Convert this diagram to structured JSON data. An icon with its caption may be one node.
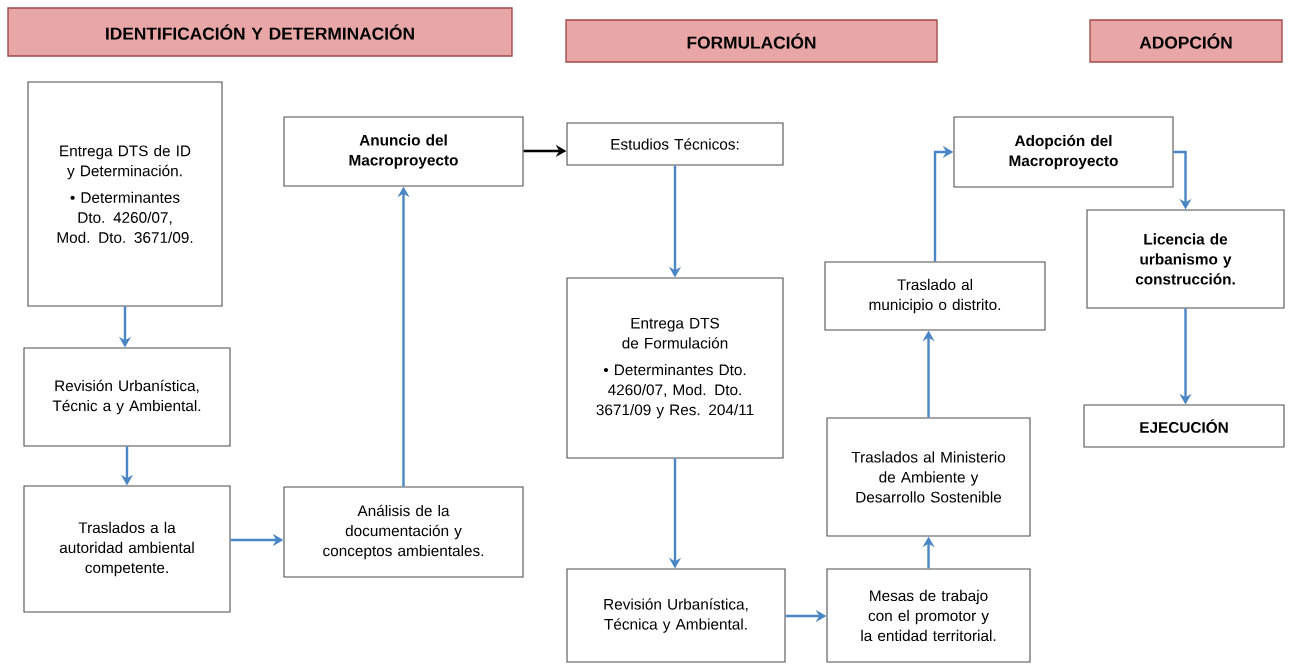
{
  "diagram": {
    "nodes": [
      {
        "text": [
          "IDENTIFICACIÓN Y DETERMINACIÓN"
        ]
      },
      {
        "text": [
          "FORMULACIÓN"
        ]
      },
      {
        "text": [
          "ADOPCIÓN"
        ]
      },
      {
        "text": [
          "Entrega DTS de ID y Determinación.",
          "• Determinantes Dto. 4260/07, Mod. Dto. 3671/09."
        ]
      },
      {
        "text": [
          "Revisión Urbanística, Técnic a y Ambiental."
        ]
      },
      {
        "text": [
          "Traslados a la autoridad ambiental competente."
        ]
      },
      {
        "text": [
          "Anuncio del Macroproyecto"
        ]
      },
      {
        "text": [
          "Análisis de la documentación y conceptos ambientales."
        ]
      },
      {
        "text": [
          "Estudios Técnicos:"
        ]
      },
      {
        "text": [
          "Entrega DTS de Formulación",
          "• Determinantes Dto. 4260/07, Mod. Dto. 3671/09 y Res. 204/11"
        ]
      },
      {
        "text": [
          "Revisión Urbanística, Técnica y Ambiental."
        ]
      },
      {
        "text": [
          "Mesas de trabajo con el promotor y la entidad territorial."
        ]
      },
      {
        "text": [
          "Traslados al Ministerio de Ambiente y Desarrollo Sostenible"
        ]
      },
      {
        "text": [
          "Traslado al municipio o distrito."
        ]
      },
      {
        "text": [
          "Adopción del Macroproyecto"
        ]
      },
      {
        "text": [
          "Licencia de urbanismo y construcción."
        ]
      },
      {
        "text": [
          "EJECUCIÓN"
        ]
      }
    ],
    "edges": [
      {
        "from": 3,
        "to": 4,
        "arrow": "to"
      },
      {
        "from": 4,
        "to": 5,
        "arrow": "to"
      },
      {
        "from": 5,
        "to": 7,
        "arrow": "to"
      },
      {
        "from": 7,
        "to": 6,
        "arrow": "to"
      },
      {
        "from": 6,
        "to": 8,
        "arrow": "to",
        "color": "#000000"
      },
      {
        "from": 8,
        "to": 9,
        "arrow": "to"
      },
      {
        "from": 9,
        "to": 10,
        "arrow": "to"
      },
      {
        "from": 10,
        "to": 11,
        "arrow": "to"
      },
      {
        "from": 11,
        "to": 12,
        "arrow": "to"
      },
      {
        "from": 12,
        "to": 13,
        "arrow": "to"
      },
      {
        "from": 13,
        "to": 14,
        "arrow": "to"
      },
      {
        "from": 14,
        "to": 15,
        "arrow": "to"
      },
      {
        "from": 15,
        "to": 16,
        "arrow": "to"
      }
    ]
  }
}
